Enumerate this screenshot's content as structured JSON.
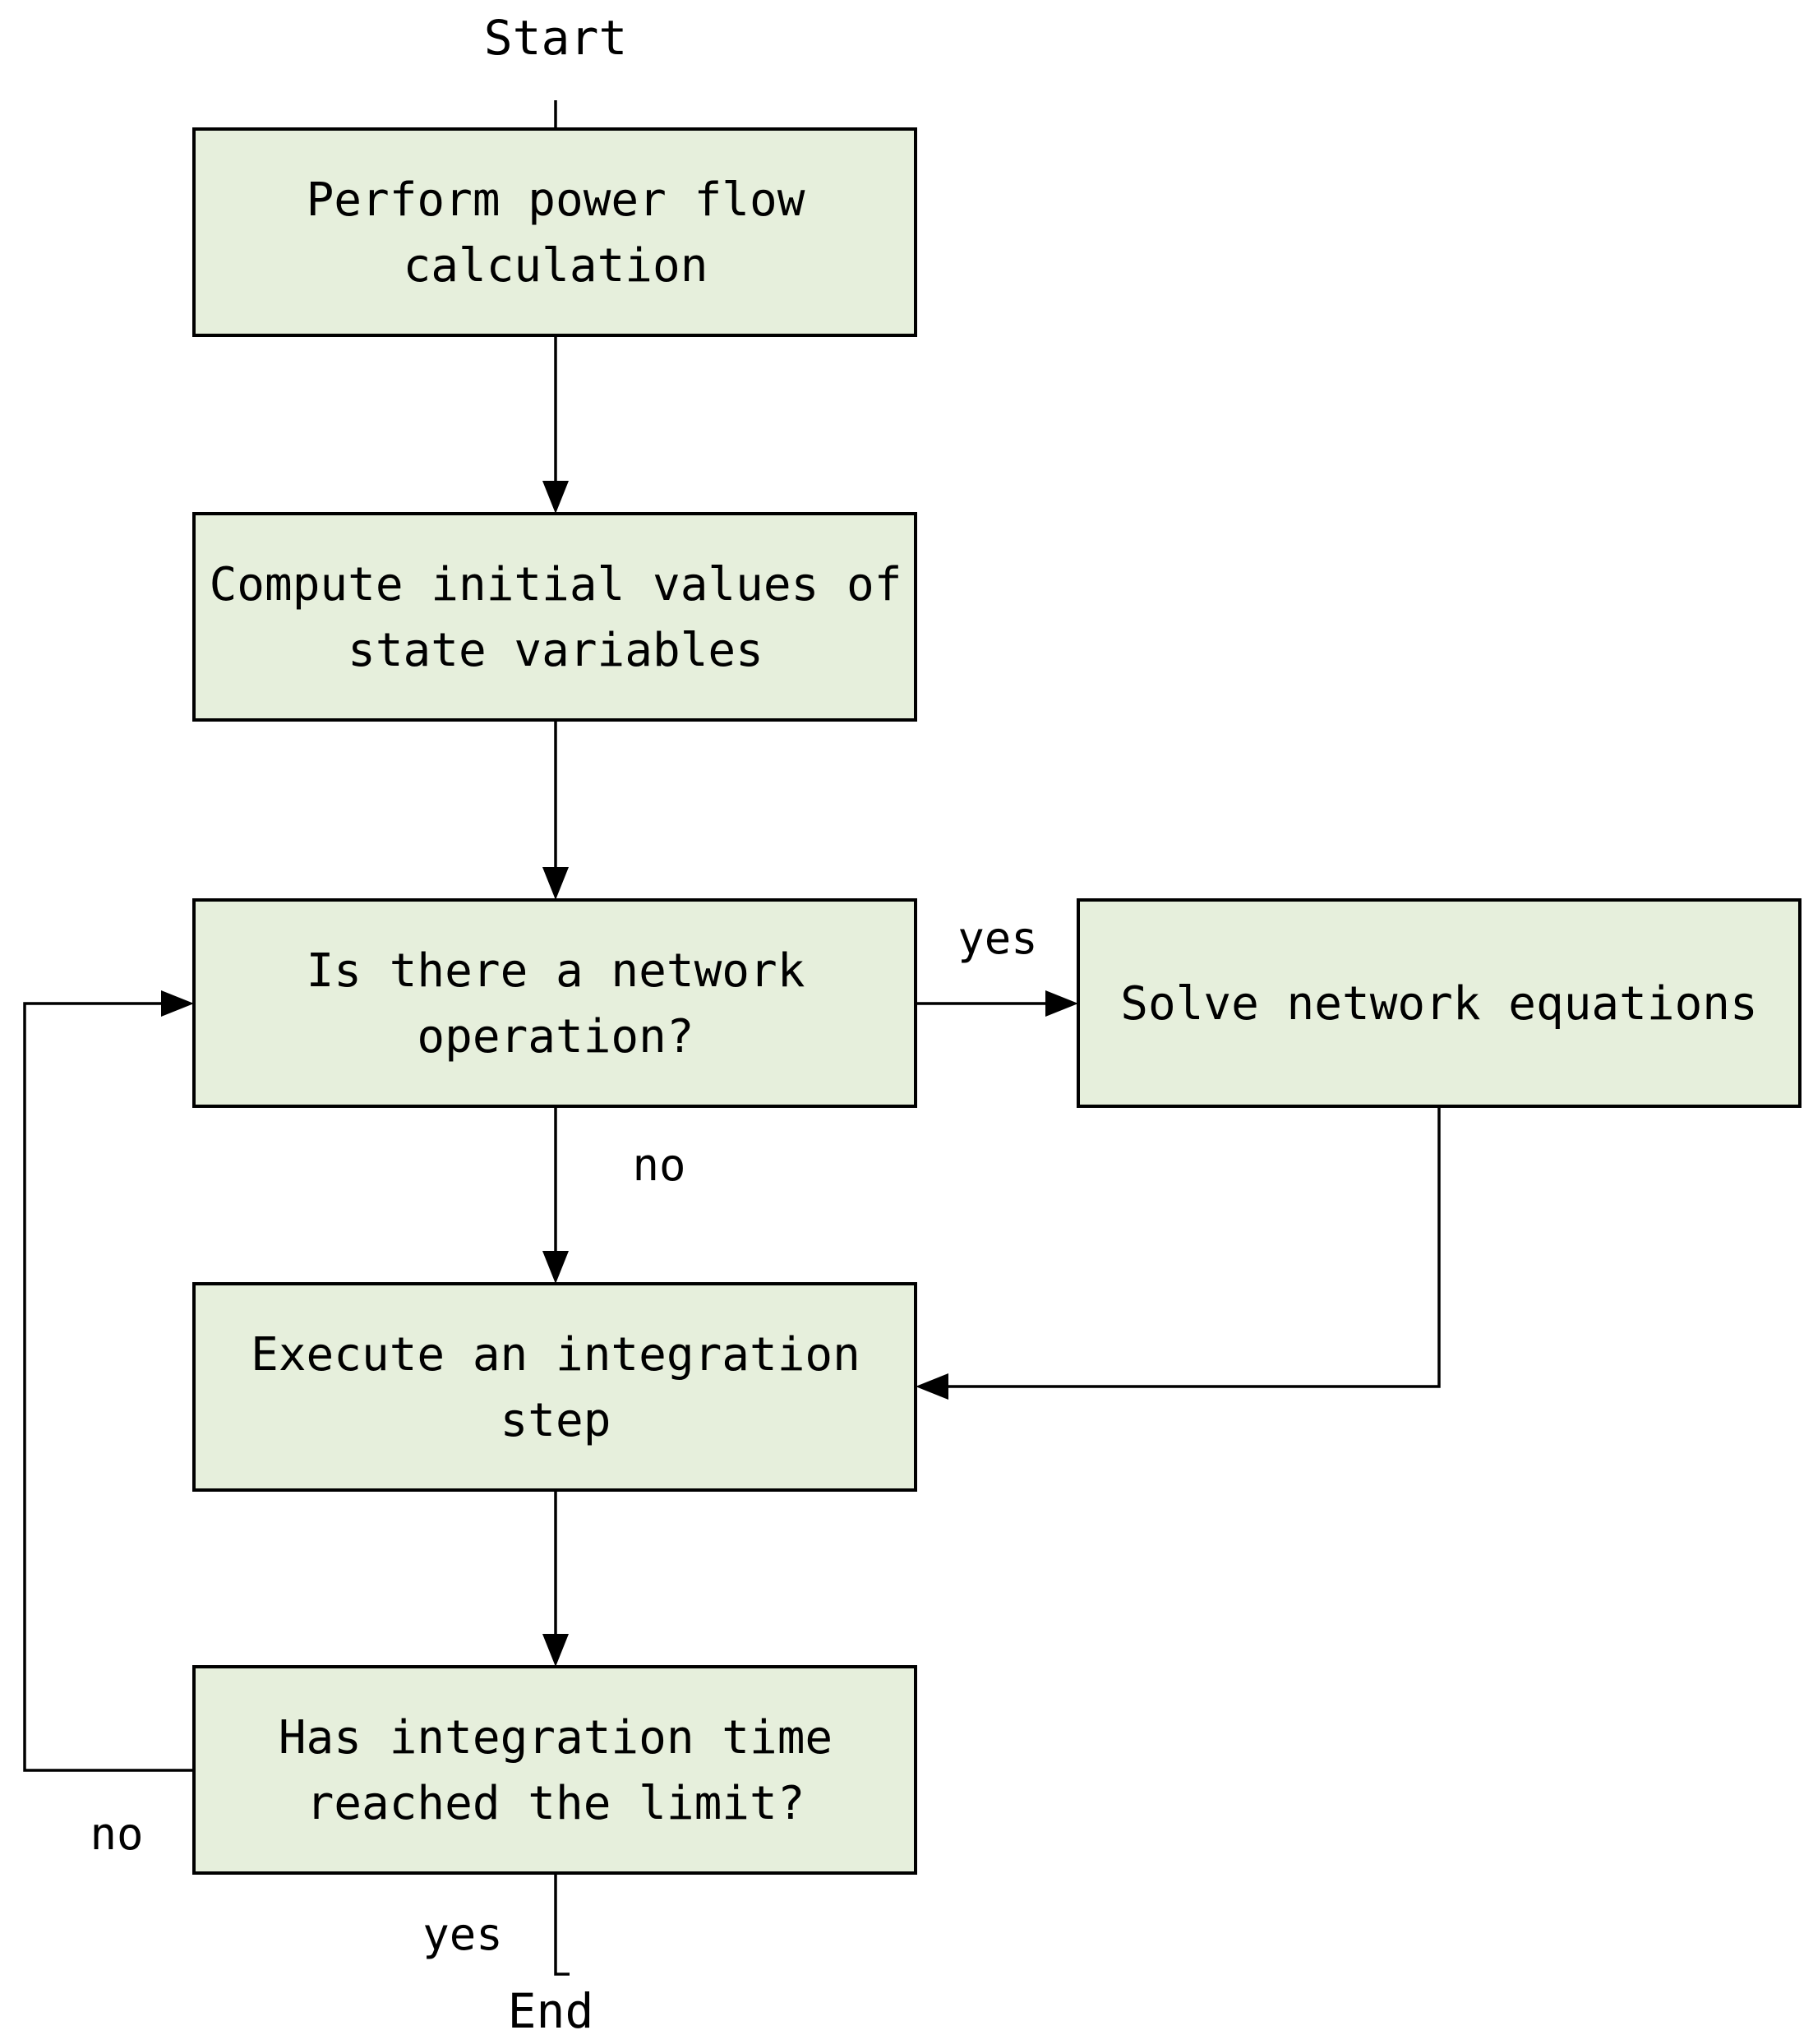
{
  "diagram": {
    "terminals": {
      "start": "Start",
      "end": "End"
    },
    "boxes": {
      "power_flow": {
        "line1": "Perform power flow",
        "line2": "calculation"
      },
      "initial_values": {
        "line1": "Compute initial values of",
        "line2": "state variables"
      },
      "network_operation": {
        "line1": "Is there a network",
        "line2": "operation?"
      },
      "solve_network": {
        "line1": "Solve network equations"
      },
      "integration_step": {
        "line1": "Execute an integration",
        "line2": "step"
      },
      "time_limit": {
        "line1": "Has integration time",
        "line2": "reached the limit?"
      }
    },
    "edge_labels": {
      "network_yes": "yes",
      "network_no": "no",
      "limit_no": "no",
      "limit_yes": "yes"
    },
    "colors": {
      "box_fill": "#e6efdc",
      "stroke": "#000000"
    }
  }
}
